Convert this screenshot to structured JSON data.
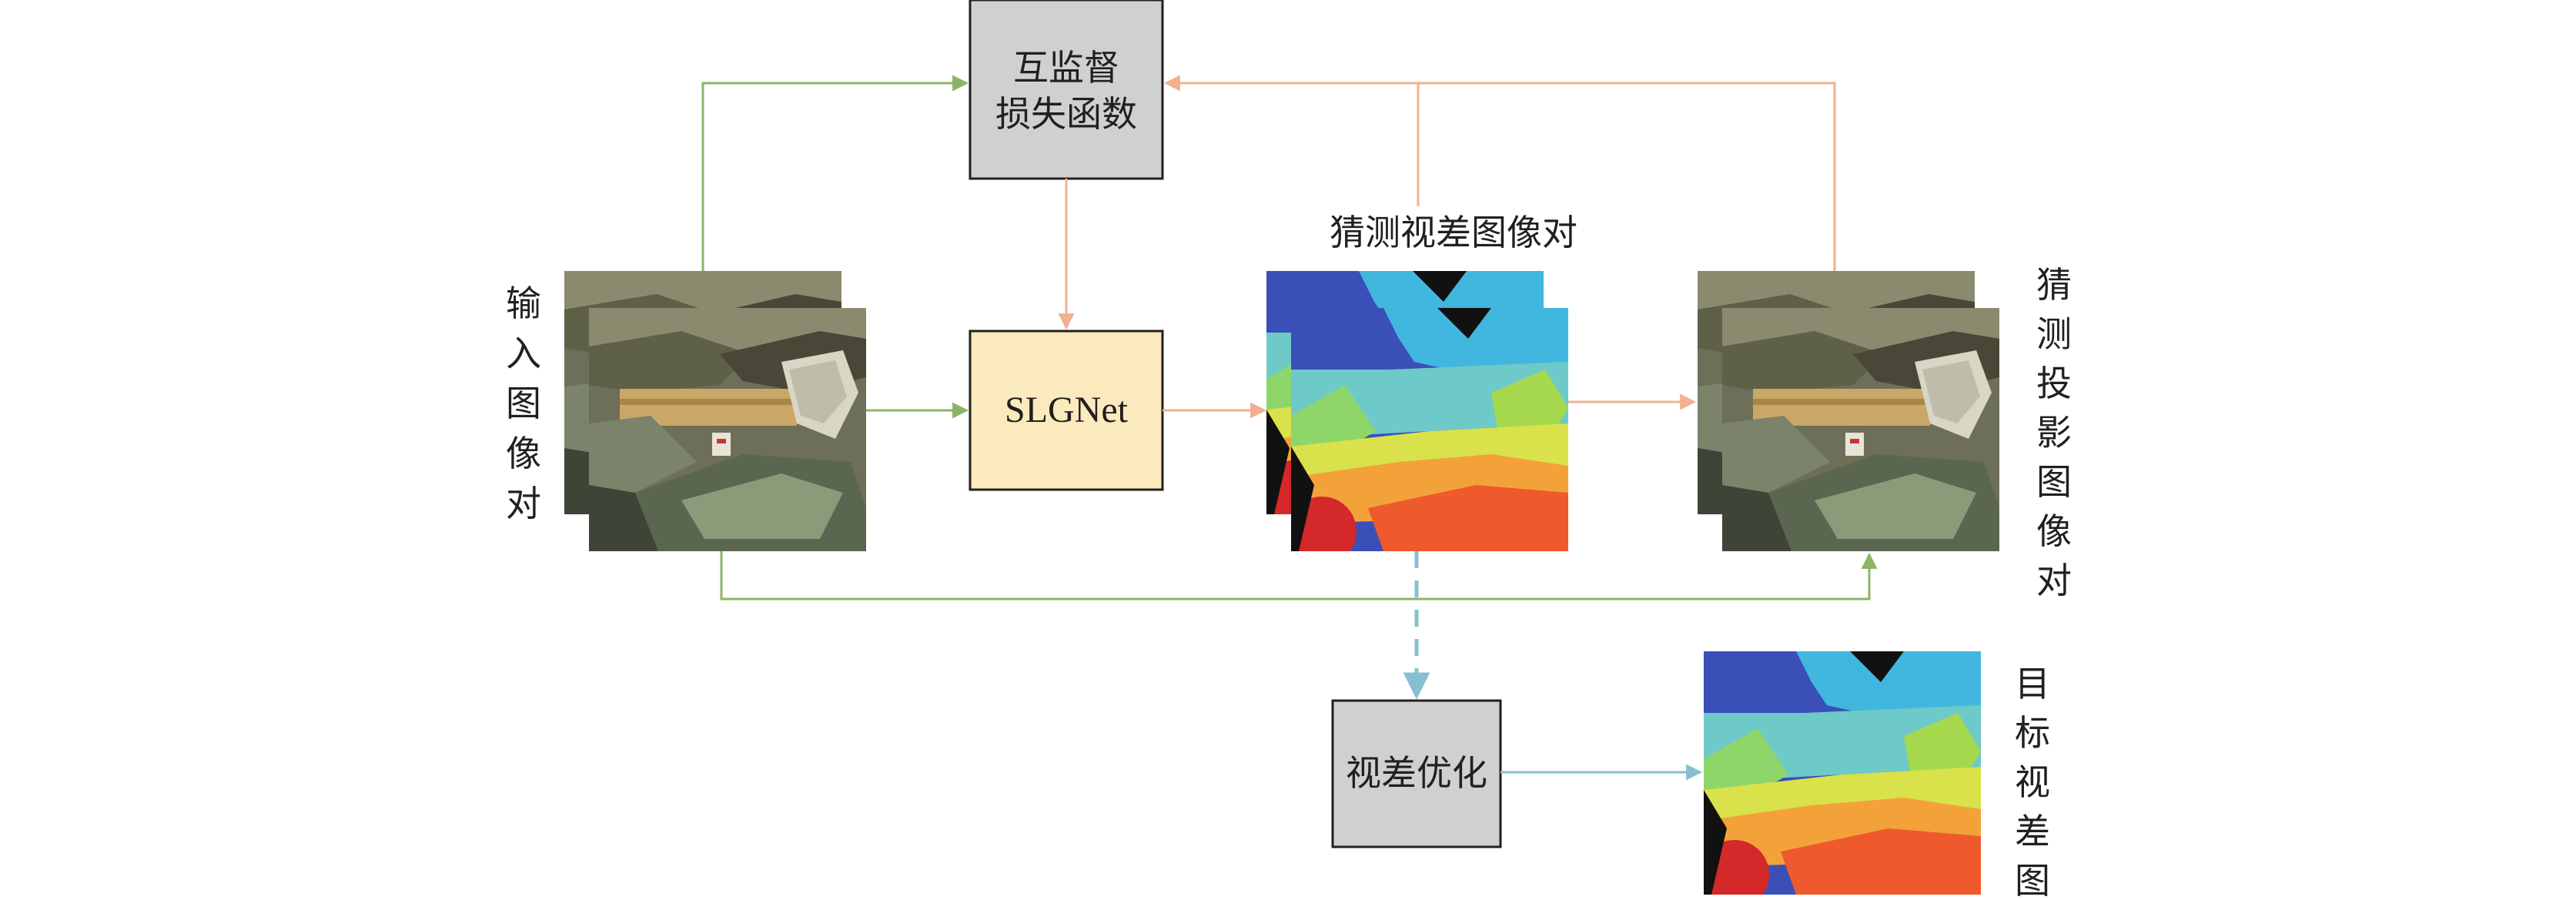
{
  "nodes": {
    "loss": {
      "line1": "互监督",
      "line2": "损失函数"
    },
    "net": {
      "label": "SLGNet"
    },
    "refine": {
      "label": "视差优化"
    }
  },
  "labels": {
    "input_pair": [
      "输",
      "入",
      "图",
      "像",
      "对"
    ],
    "guess_disparity_pair": "猜测视差图像对",
    "guess_projection_pair": [
      "猜",
      "测",
      "投",
      "影",
      "图",
      "像",
      "对"
    ],
    "target_disparity": [
      "目",
      "标",
      "视",
      "差",
      "图"
    ]
  },
  "colors": {
    "green_arrow": "#8bb465",
    "orange_arrow": "#f2b08f",
    "blue_arrow": "#86c0d0",
    "gray_box": "#d0d0d0",
    "yellow_box": "#fbeabd"
  },
  "images": {
    "input_pair": "rock-scene-photo",
    "guess_disparity_pair": "disparity-heatmap",
    "guess_projection_pair": "rock-scene-photo",
    "target_disparity": "disparity-heatmap"
  }
}
